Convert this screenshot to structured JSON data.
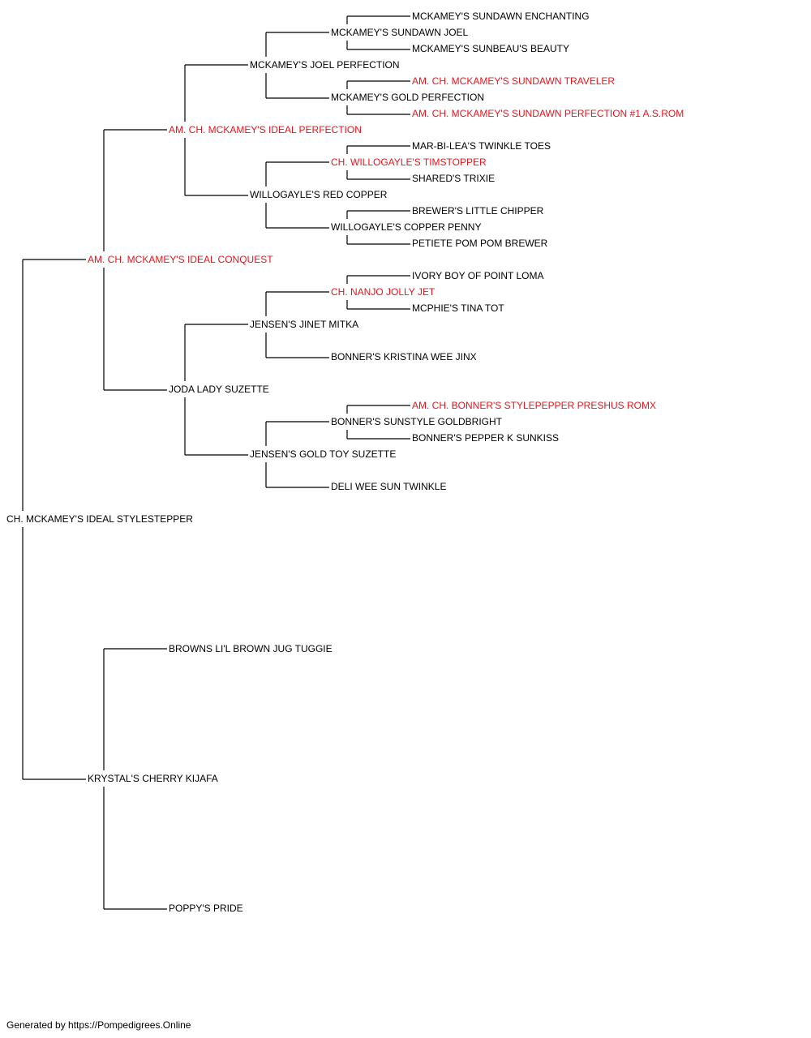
{
  "pedigree": {
    "subject": {
      "name": "CH. MCKAMEY'S IDEAL STYLESTEPPER",
      "champion": false,
      "sire": {
        "name": "AM. CH. MCKAMEY'S IDEAL CONQUEST",
        "champion": true,
        "sire": {
          "name": "AM. CH. MCKAMEY'S IDEAL PERFECTION",
          "champion": true,
          "sire": {
            "name": "MCKAMEY'S JOEL PERFECTION",
            "champion": false,
            "sire": {
              "name": "MCKAMEY'S SUNDAWN JOEL",
              "champion": false,
              "sire": {
                "name": "MCKAMEY'S SUNDAWN ENCHANTING",
                "champion": false
              },
              "dam": {
                "name": "MCKAMEY'S SUNBEAU'S BEAUTY",
                "champion": false
              }
            },
            "dam": {
              "name": "MCKAMEY'S GOLD PERFECTION",
              "champion": false,
              "sire": {
                "name": "AM. CH. MCKAMEY'S SUNDAWN TRAVELER",
                "champion": true
              },
              "dam": {
                "name": "AM. CH. MCKAMEY'S SUNDAWN PERFECTION #1 A.S.ROM",
                "champion": true
              }
            }
          },
          "dam": {
            "name": "WILLOGAYLE'S RED COPPER",
            "champion": false,
            "sire": {
              "name": "CH. WILLOGAYLE'S TIMSTOPPER",
              "champion": true,
              "sire": {
                "name": "MAR-BI-LEA'S TWINKLE TOES",
                "champion": false
              },
              "dam": {
                "name": "SHARED'S TRIXIE",
                "champion": false
              }
            },
            "dam": {
              "name": "WILLOGAYLE'S COPPER PENNY",
              "champion": false,
              "sire": {
                "name": "BREWER'S LITTLE CHIPPER",
                "champion": false
              },
              "dam": {
                "name": "PETIETE POM POM BREWER",
                "champion": false
              }
            }
          }
        },
        "dam": {
          "name": "JODA LADY SUZETTE",
          "champion": false,
          "sire": {
            "name": "JENSEN'S JINET MITKA",
            "champion": false,
            "sire": {
              "name": "CH. NANJO JOLLY JET",
              "champion": true,
              "sire": {
                "name": "IVORY BOY OF POINT LOMA",
                "champion": false
              },
              "dam": {
                "name": "MCPHIE'S TINA TOT",
                "champion": false
              }
            },
            "dam": {
              "name": "BONNER'S KRISTINA WEE JINX",
              "champion": false
            }
          },
          "dam": {
            "name": "JENSEN'S GOLD TOY SUZETTE",
            "champion": false,
            "sire": {
              "name": "BONNER'S SUNSTYLE GOLDBRIGHT",
              "champion": false,
              "sire": {
                "name": "AM. CH. BONNER'S STYLEPEPPER PRESHUS ROMX",
                "champion": true
              },
              "dam": {
                "name": "BONNER'S PEPPER K SUNKISS",
                "champion": false
              }
            },
            "dam": {
              "name": "DELI WEE SUN TWINKLE",
              "champion": false
            }
          }
        }
      },
      "dam": {
        "name": "KRYSTAL'S CHERRY KIJAFA",
        "champion": false,
        "sire": {
          "name": "BROWNS LI'L BROWN JUG TUGGIE",
          "champion": false
        },
        "dam": {
          "name": "POPPY'S PRIDE",
          "champion": false
        }
      }
    }
  },
  "footer": "Generated by https://Pompedigrees.Online",
  "colors": {
    "champion": "#e8141b",
    "regular": "#000000",
    "line": "#000000"
  }
}
